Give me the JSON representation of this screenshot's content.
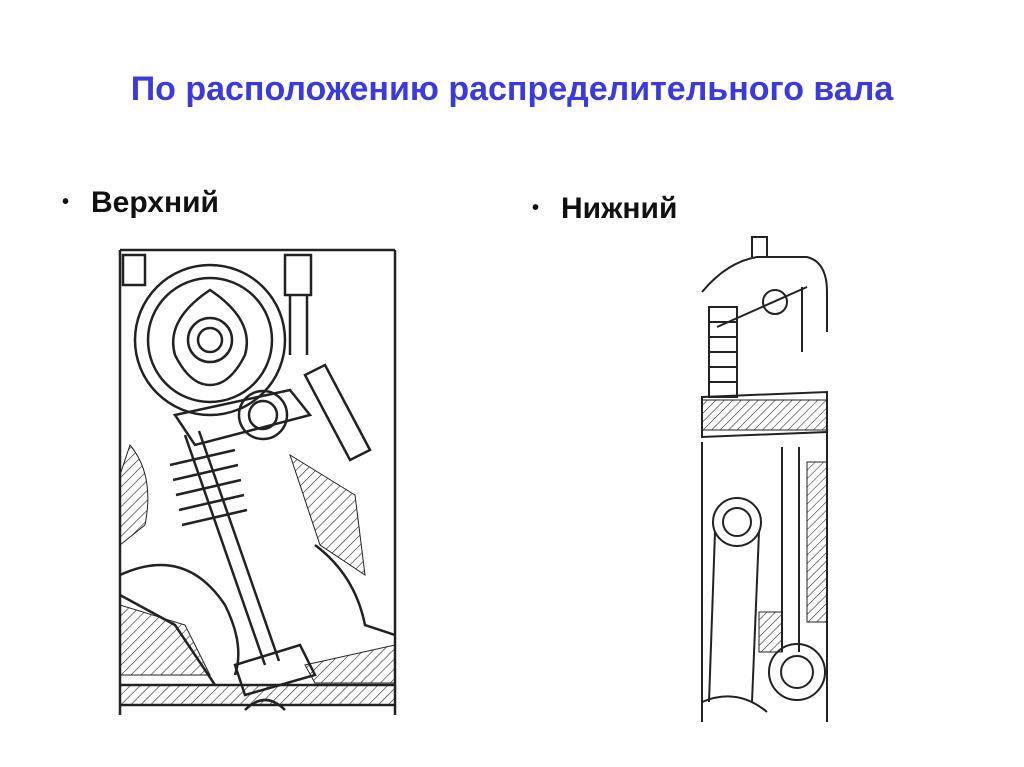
{
  "slide": {
    "title": "По расположению распределительного вала",
    "bullets": [
      {
        "label": "Верхний"
      },
      {
        "label": "Нижний"
      }
    ]
  },
  "images": {
    "left": {
      "icon": "overhead-camshaft-drawing"
    },
    "right": {
      "icon": "lower-camshaft-drawing"
    }
  },
  "colors": {
    "title": "#3a3ae0",
    "text": "#111111",
    "line": "#222222"
  }
}
